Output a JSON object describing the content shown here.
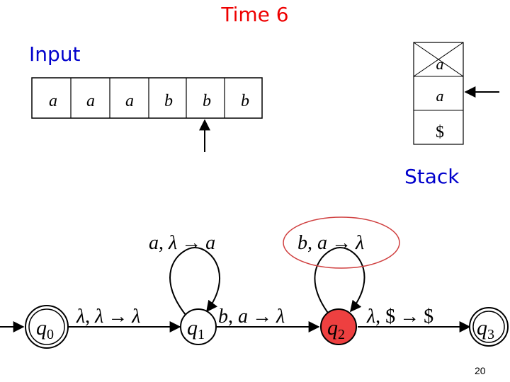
{
  "title": "Time 6",
  "input": {
    "label": "Input",
    "cells": [
      "a",
      "a",
      "a",
      "b",
      "b",
      "b"
    ]
  },
  "stack": {
    "label": "Stack",
    "cells": [
      "a",
      "a",
      "$"
    ],
    "crossed_out": [
      true,
      false,
      false
    ]
  },
  "automaton": {
    "states": [
      {
        "id": "q0",
        "name": "q",
        "sub": "0",
        "initial": true,
        "accepting": true,
        "active": false
      },
      {
        "id": "q1",
        "name": "q",
        "sub": "1",
        "initial": false,
        "accepting": false,
        "active": false
      },
      {
        "id": "q2",
        "name": "q",
        "sub": "2",
        "initial": false,
        "accepting": false,
        "active": true
      },
      {
        "id": "q3",
        "name": "q",
        "sub": "3",
        "initial": false,
        "accepting": true,
        "active": false
      }
    ],
    "transitions": [
      {
        "from": "q0",
        "to": "q1",
        "read": "λ",
        "pop": "λ",
        "push": "λ"
      },
      {
        "from": "q1",
        "to": "q1",
        "read": "a",
        "pop": "λ",
        "push": "a"
      },
      {
        "from": "q1",
        "to": "q2",
        "read": "b",
        "pop": "a",
        "push": "λ"
      },
      {
        "from": "q2",
        "to": "q2",
        "read": "b",
        "pop": "a",
        "push": "λ",
        "highlighted": true
      },
      {
        "from": "q2",
        "to": "q3",
        "read": "λ",
        "pop": "$",
        "push": "$"
      }
    ],
    "arrow_symbol": "→",
    "highlight_color": "#d04040",
    "active_fill": "#ee4040"
  },
  "page_number": "20"
}
